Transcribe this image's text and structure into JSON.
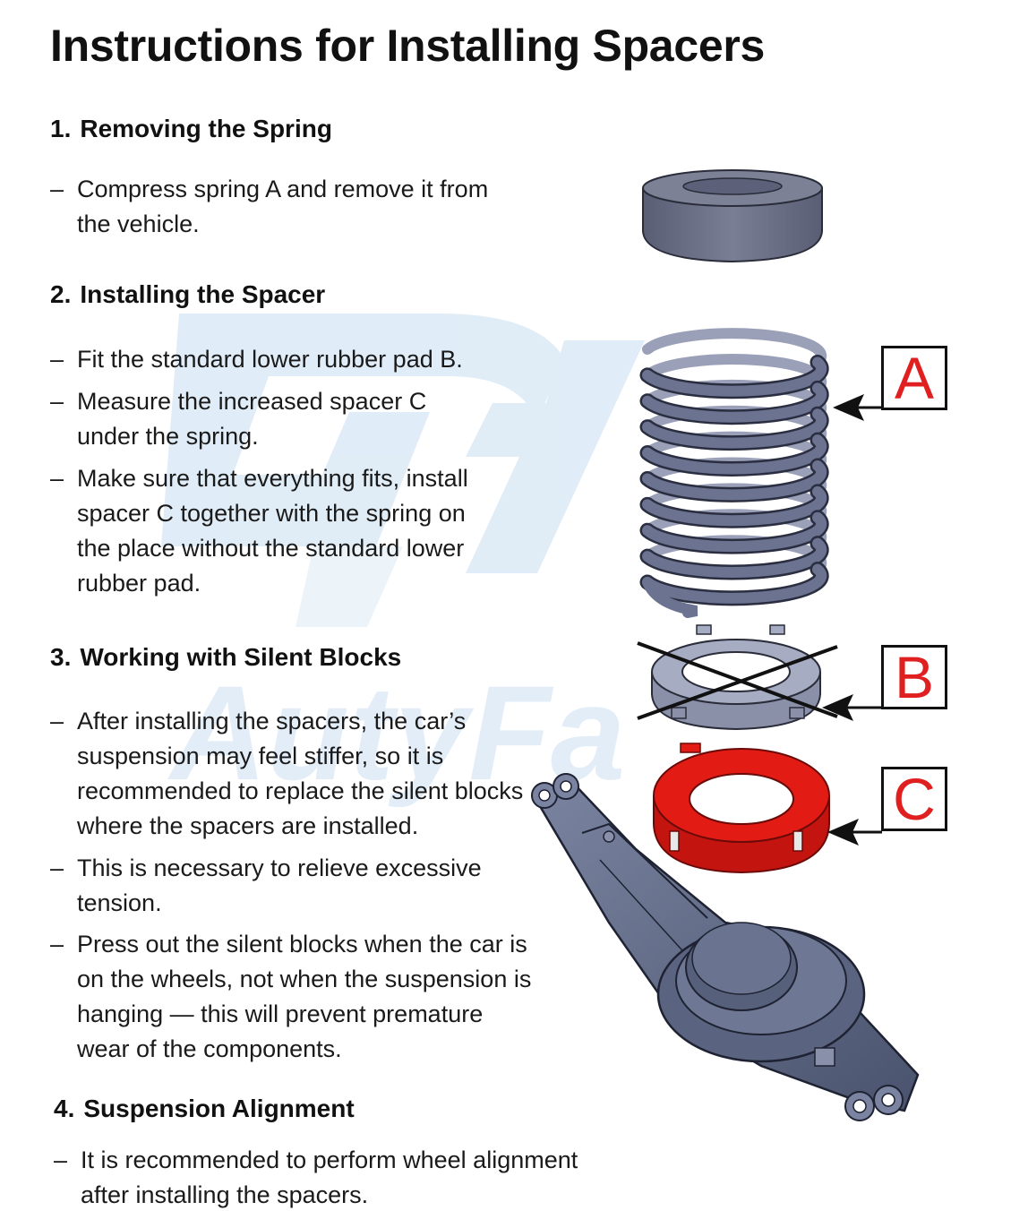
{
  "title": "Instructions for Installing Spacers",
  "sections": [
    {
      "number": "1.",
      "heading": "Removing the Spring",
      "bullets": [
        "Compress spring A and remove it from the vehicle."
      ]
    },
    {
      "number": "2.",
      "heading": "Installing the Spacer",
      "bullets": [
        "Fit the standard lower rubber pad B.",
        "Measure the increased spacer C under the spring.",
        "Make sure that everything fits, install spacer C together with the spring on the place without the standard lower rubber pad."
      ]
    },
    {
      "number": "3.",
      "heading": "Working with Silent Blocks",
      "bullets": [
        "After installing the spacers, the car’s suspension may feel stiffer, so it is recommended to replace the silent blocks where the spacers are installed.",
        "This is necessary to relieve excessive tension.",
        "Press out the silent blocks when the car is on the wheels, not when the suspension is hanging — this will prevent premature wear of the components."
      ]
    },
    {
      "number": "4.",
      "heading": "Suspension Alignment",
      "bullets": [
        "It is recommended to perform wheel alignment after installing the spacers."
      ]
    }
  ],
  "dash": "–",
  "labels": {
    "a": "A",
    "b": "B",
    "c": "C"
  },
  "watermark_text": "AutyFa",
  "colors": {
    "spring": "#6b7390",
    "rubber_pad": "#6c7086",
    "spacer": "#e21c14",
    "lower_arm": "#56607a",
    "label_text": "#e02020",
    "watermark": "#d6e6f4"
  },
  "icons": {
    "rubber_pad_crossed": "cross-mark-icon",
    "arrow": "arrow-left-icon"
  }
}
